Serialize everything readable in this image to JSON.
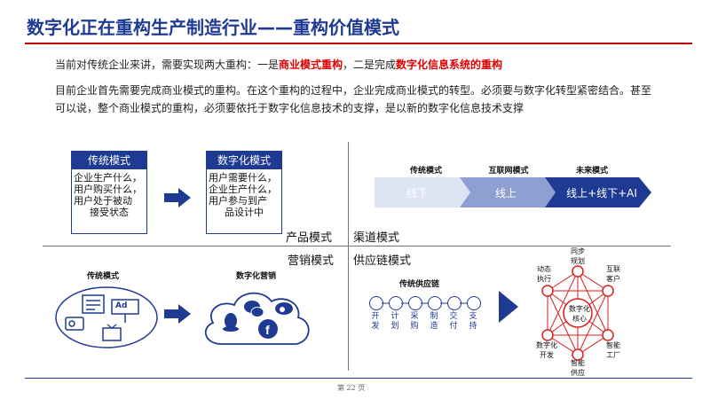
{
  "title": "数字化正在重构生产制造行业——重构价值模式",
  "intro": {
    "prefix": "当前对传统企业来讲，需要实现两大重构：一是",
    "hl1": "商业模式重构",
    "mid": "，二是完成",
    "hl2": "数字化信息系统的重构"
  },
  "paragraph": "目前企业首先需要完成商业模式的重构。在这个重构的过程中，企业完成商业模式的转型。必须要与数字化转型紧密结合。甚至可以说，整个商业模式的重构，必须要依托于数字化信息技术的支撑，是以新的数字化信息技术支撑",
  "product": {
    "quadrant_label": "产品模式",
    "traditional": {
      "title": "传统模式",
      "lines": [
        "企业生产什么，",
        "用户购买什么，",
        "用户处于被动",
        "接受状态"
      ]
    },
    "digital": {
      "title": "数字化模式",
      "lines": [
        "用户需要什么，",
        "企业生产什么，",
        "用户参与到产",
        "品设计中"
      ]
    }
  },
  "channel": {
    "quadrant_label": "渠道模式",
    "headers": [
      "传统模式",
      "互联网模式",
      "未来模式"
    ],
    "stages": [
      "线下",
      "线上",
      "线上+线下+AI"
    ]
  },
  "marketing": {
    "quadrant_label": "营销模式",
    "traditional_label": "传统模式",
    "digital_label": "数字化营销",
    "ad_text": "Ad"
  },
  "supply": {
    "quadrant_label": "供应链模式",
    "traditional_label": "传统供应链",
    "steps": [
      [
        "开",
        "发"
      ],
      [
        "计",
        "划"
      ],
      [
        "采",
        "购"
      ],
      [
        "制",
        "造"
      ],
      [
        "交",
        "付"
      ],
      [
        "支",
        "持"
      ]
    ],
    "center": [
      "数字化",
      "核心"
    ],
    "nodes": {
      "top": [
        "同步",
        "规划"
      ],
      "top_left": [
        "动态",
        "执行"
      ],
      "top_right": [
        "互联",
        "客户"
      ],
      "bottom_left": [
        "数字化",
        "开发"
      ],
      "bottom": [
        "智能",
        "供应"
      ],
      "bottom_right": [
        "智能",
        "工厂"
      ]
    }
  },
  "footer": "第 22 页",
  "colors": {
    "primary": "#1f3a93",
    "accent": "#e00000",
    "node_red": "#d81e1e"
  }
}
